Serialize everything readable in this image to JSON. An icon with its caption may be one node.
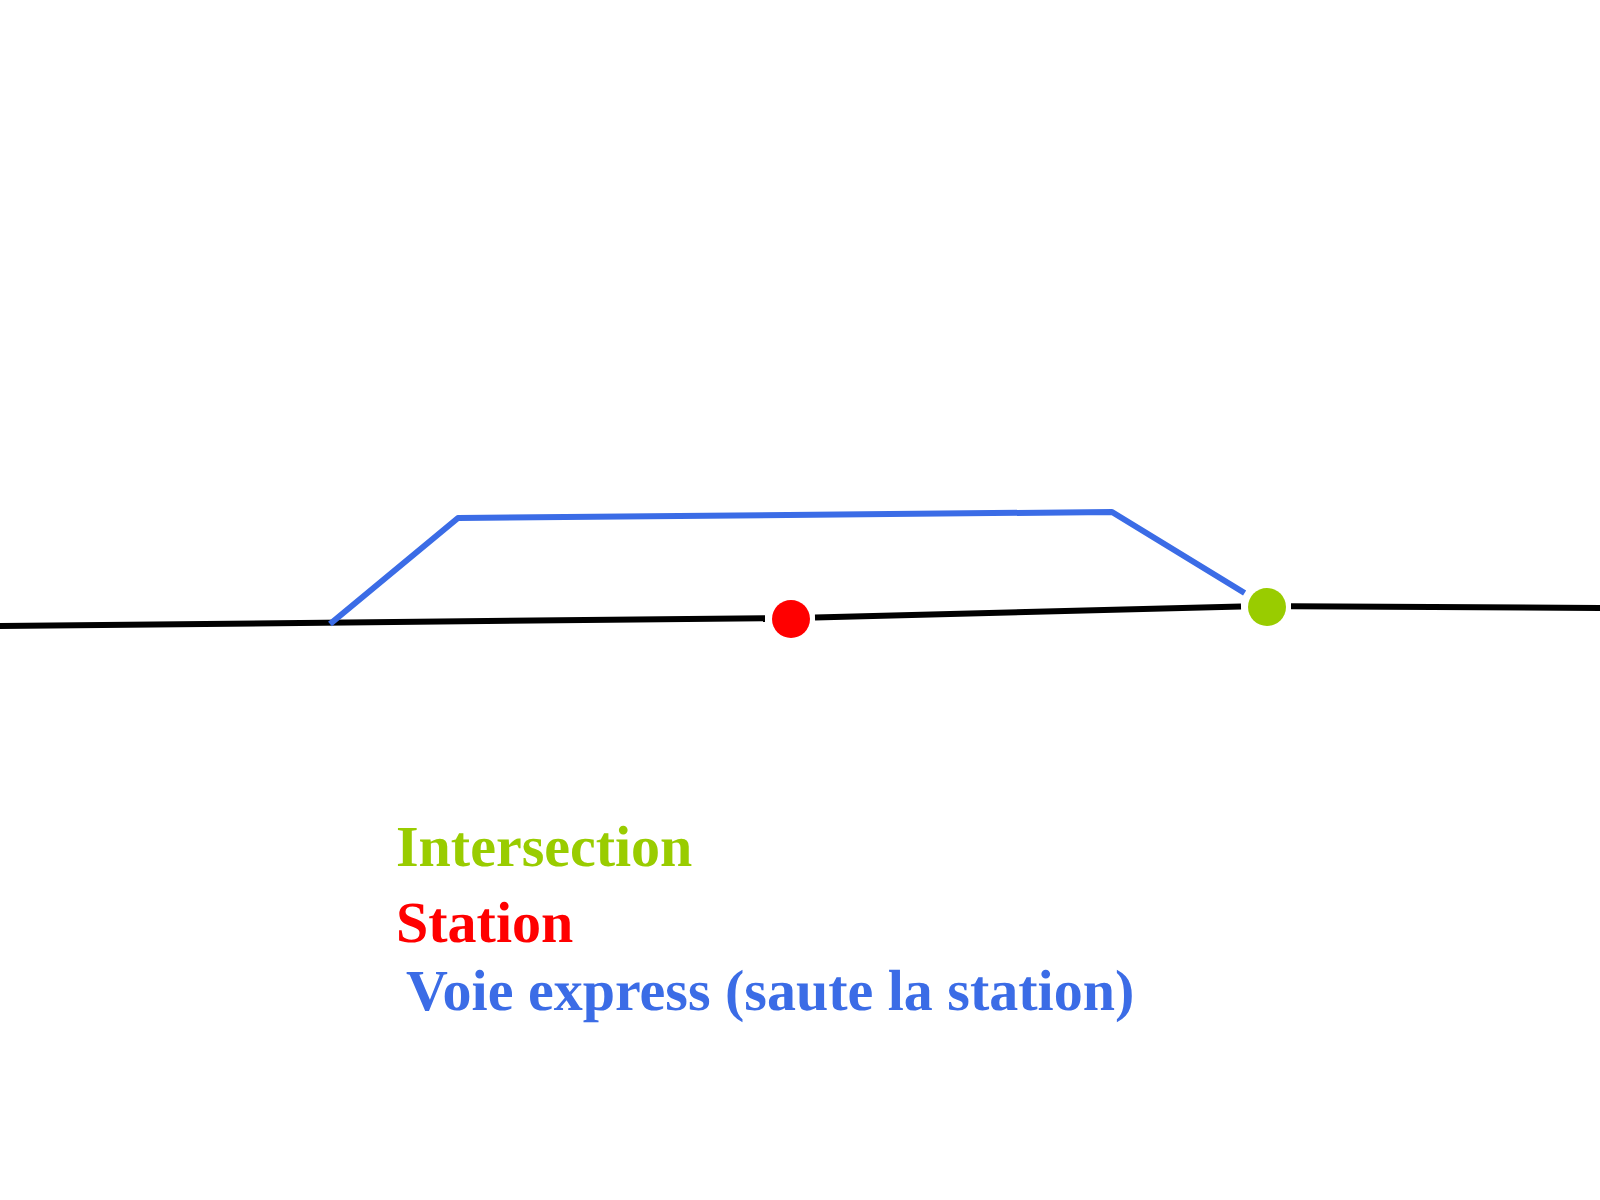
{
  "diagram": {
    "nodes": [
      {
        "text": [],
        "shape": "circle"
      },
      {
        "text": [],
        "shape": "circle"
      }
    ],
    "edges": [
      {
        "from": null,
        "to": 0,
        "arrow": "none"
      },
      {
        "from": 0,
        "to": 1,
        "arrow": "none"
      },
      {
        "from": 1,
        "to": null,
        "arrow": "none"
      },
      {
        "from": null,
        "to": 1,
        "arrow": "none",
        "color": "#3b6ce6"
      }
    ],
    "legend": [
      {
        "text": "Intersection",
        "color": "#99cc00"
      },
      {
        "text": "Station",
        "color": "#ff0000"
      },
      {
        "text": "Voie express (saute la station)",
        "color": "#3b6ce6"
      }
    ]
  }
}
